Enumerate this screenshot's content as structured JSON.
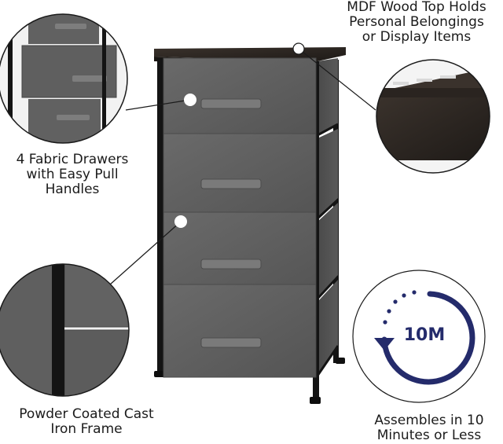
{
  "colors": {
    "accent_navy": "#242b6b",
    "fabric_gray": "#5d5d5d",
    "frame_black": "#141414",
    "wood_dark": "#2a2420"
  },
  "callouts": {
    "top_right": [
      "MDF Wood Top Holds",
      "Personal Belongings",
      "or Display Items"
    ],
    "left_middle": [
      "4 Fabric Drawers",
      "with Easy Pull",
      "Handles"
    ],
    "bottom_left": [
      "Powder Coated Cast",
      "Iron Frame"
    ],
    "bottom_right": [
      "Assembles in 10",
      "Minutes or Less"
    ]
  },
  "assembly_badge": {
    "text": "10M",
    "icon": "circular-arrow-icon"
  },
  "product": {
    "drawer_count": 4
  }
}
